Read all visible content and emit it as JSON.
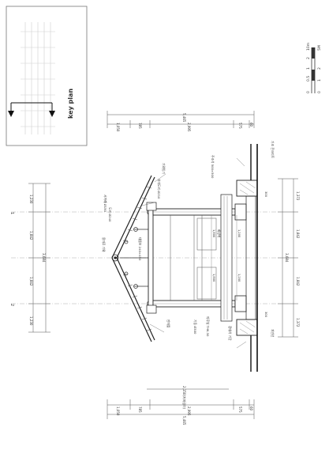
{
  "key_plan": {
    "title": "key plan"
  },
  "scale_bar": {
    "ticks": [
      "0",
      "0.5",
      "1",
      "2"
    ],
    "ticks_right": [
      "0",
      "1",
      "2",
      "5"
    ],
    "unit_top": "10m",
    "unit_bottom": "5M"
  },
  "dimensions": {
    "top_total": "5,465",
    "top_segments": [
      "1,050",
      "785",
      "2,995",
      "575",
      "60"
    ],
    "bottom_total": "5,465",
    "bottom_segments": [
      "1,050",
      "785",
      "2,995",
      "575",
      "60"
    ],
    "bottom_inner": "2,150(처마길이)",
    "left_chain": [
      "1,230",
      "1,842",
      "3,684",
      "1,842",
      "1,230"
    ],
    "right_chain": [
      "1,372",
      "1,842",
      "3,684",
      "1,842",
      "1,372"
    ],
    "inner_small": [
      "1,200",
      "1,200",
      "1,800",
      "1,800"
    ],
    "heights": [
      "300",
      "300"
    ]
  },
  "grid_markers": [
    "1",
    "2"
  ],
  "labels": {
    "ridge_note": "용마루 기와",
    "rafter_note": "서까래 Ø150",
    "purlin_note": "도리 Ø240",
    "beam_note": "대들보 240×450",
    "column_note": "기둥 Ø300",
    "plinth_note": "주초석 500×500",
    "floor_note": "마루널 THK.30",
    "foundation_note": "기초 콘크리트",
    "ground_note": "지반선",
    "eave_note": "처마도리 Ø210",
    "roof_note": "기와잇기",
    "ceiling_note": "반자틀",
    "wall_note": "화방벽",
    "stone_note": "장대석 기단"
  }
}
